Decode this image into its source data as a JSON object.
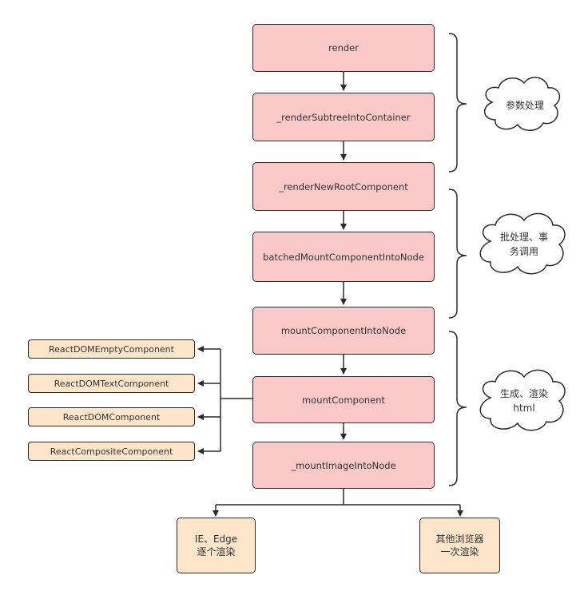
{
  "colors": {
    "main_fill": "#f9c8c8",
    "side_fill": "#fde5c9",
    "stroke": "#2b2b2b"
  },
  "main_steps": [
    "render",
    "_renderSubtreeIntoContainer",
    "_renderNewRootComponent",
    "batchedMountComponentIntoNode",
    "mountComponentIntoNode",
    "mountComponent",
    "_mountImageIntoNode"
  ],
  "component_types": [
    "ReactDOMEmptyComponent",
    "ReactDOMTextComponent",
    "ReactDOMComponent",
    "ReactCompositeComponent"
  ],
  "phases": [
    "参数处理",
    "批处理、事\n务调用",
    "生成、渲染\nhtml"
  ],
  "outcomes": [
    "IE、Edge\n逐个渲染",
    "其他浏览器\n一次渲染"
  ]
}
